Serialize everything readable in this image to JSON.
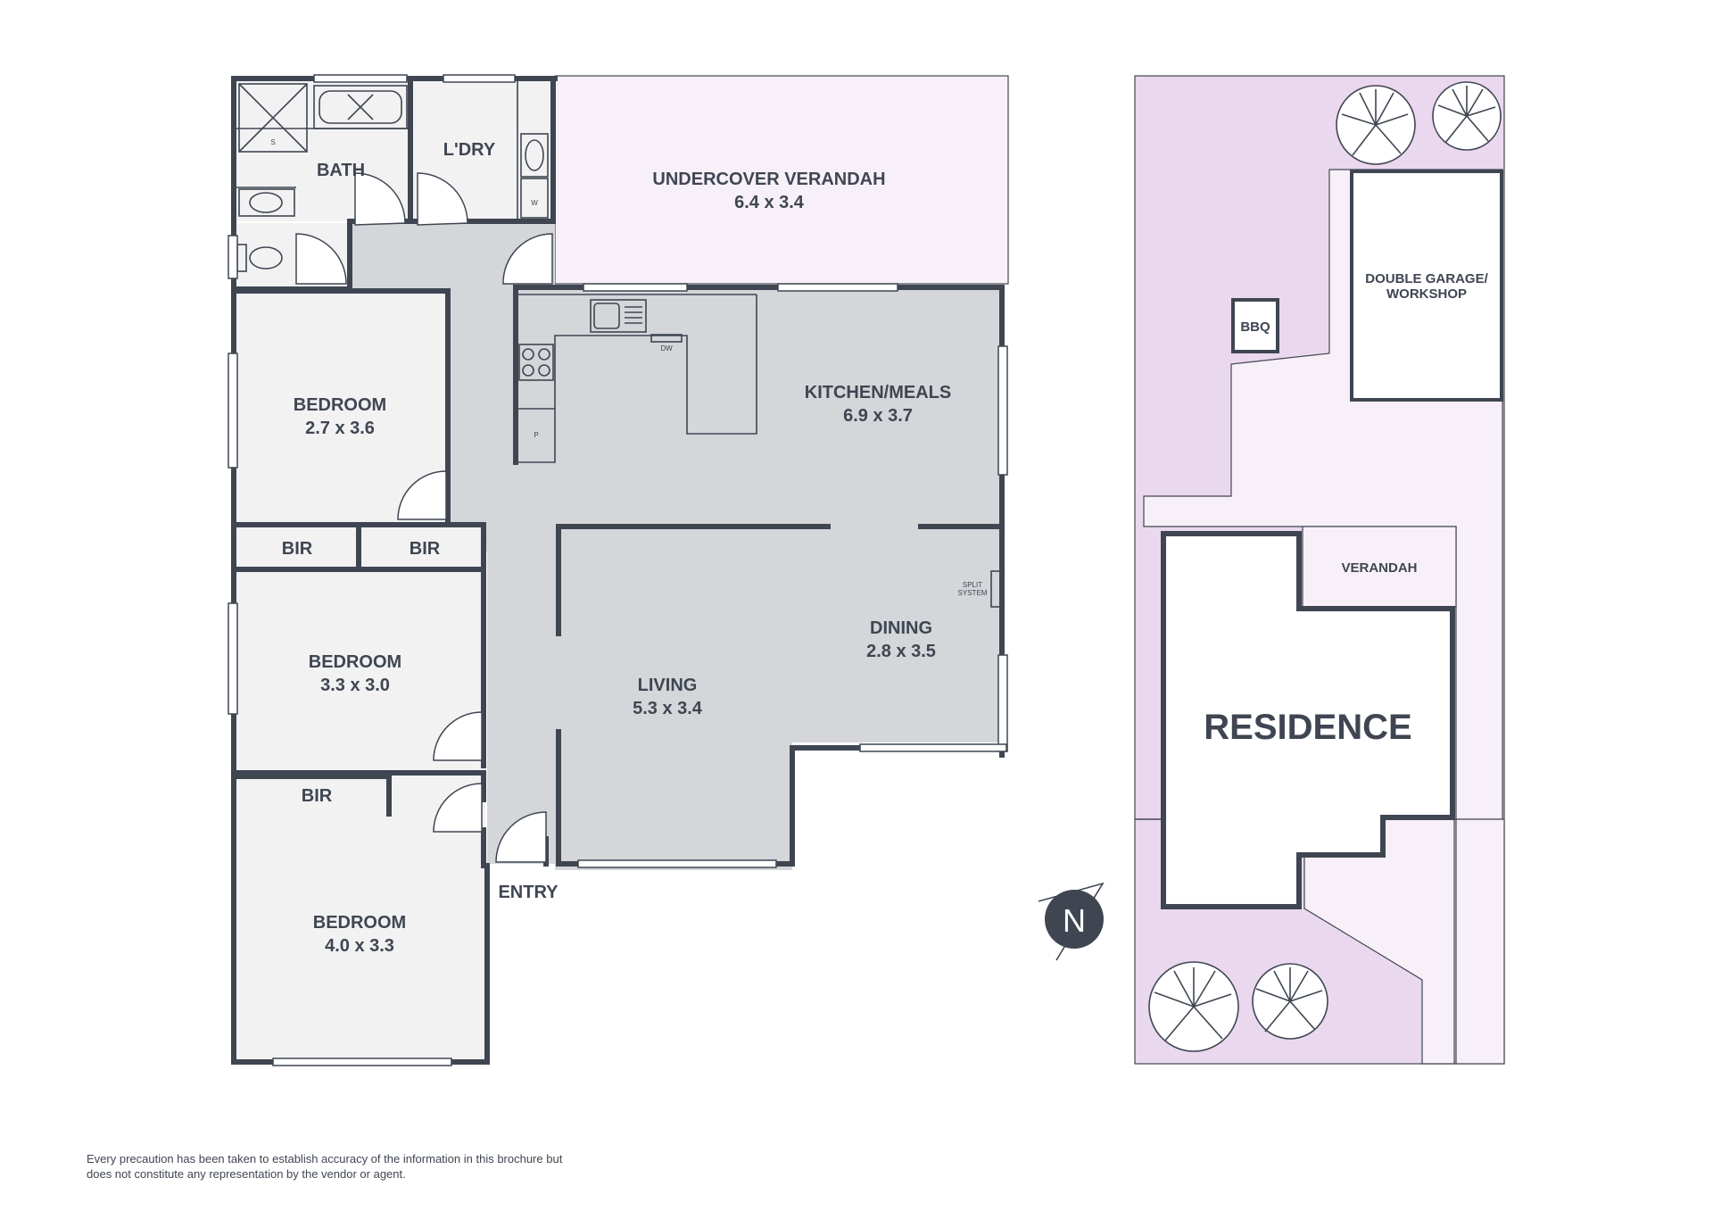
{
  "rooms": {
    "bath": {
      "name": "BATH"
    },
    "laundry": {
      "name": "L'DRY"
    },
    "verandah_covered": {
      "name": "UNDERCOVER VERANDAH",
      "size": "6.4 x 3.4"
    },
    "kitchen": {
      "name": "KITCHEN/MEALS",
      "size": "6.9 x 3.7"
    },
    "bedroom1": {
      "name": "BEDROOM",
      "size": "2.7 x 3.6"
    },
    "bedroom2": {
      "name": "BEDROOM",
      "size": "3.3 x 3.0"
    },
    "bedroom3": {
      "name": "BEDROOM",
      "size": "4.0 x 3.3"
    },
    "bir1": {
      "name": "BIR"
    },
    "bir2": {
      "name": "BIR"
    },
    "bir3": {
      "name": "BIR"
    },
    "living": {
      "name": "LIVING",
      "size": "5.3 x 3.4"
    },
    "dining": {
      "name": "DINING",
      "size": "2.8 x 3.5"
    },
    "entry": {
      "name": "ENTRY"
    }
  },
  "fixtures": {
    "shower": "S",
    "washer": "W",
    "dishwasher": "DW",
    "pantry": "P",
    "split_line1": "SPLIT",
    "split_line2": "SYSTEM"
  },
  "site": {
    "garage_line1": "DOUBLE GARAGE/",
    "garage_line2": "WORKSHOP",
    "bbq": "BBQ",
    "verandah": "VERANDAH",
    "residence": "RESIDENCE"
  },
  "compass": "N",
  "disclaimer": "Every precaution has been taken to establish accuracy of the information in this brochure but does not constitute any representation by the vendor or agent.",
  "colors": {
    "wall": "#3f4652",
    "interior_floor": "#d4d6d9",
    "room_floor": "#f2f2f3",
    "verandah_fill": "#f8f0f8",
    "site_fill": "#ead8ee"
  }
}
